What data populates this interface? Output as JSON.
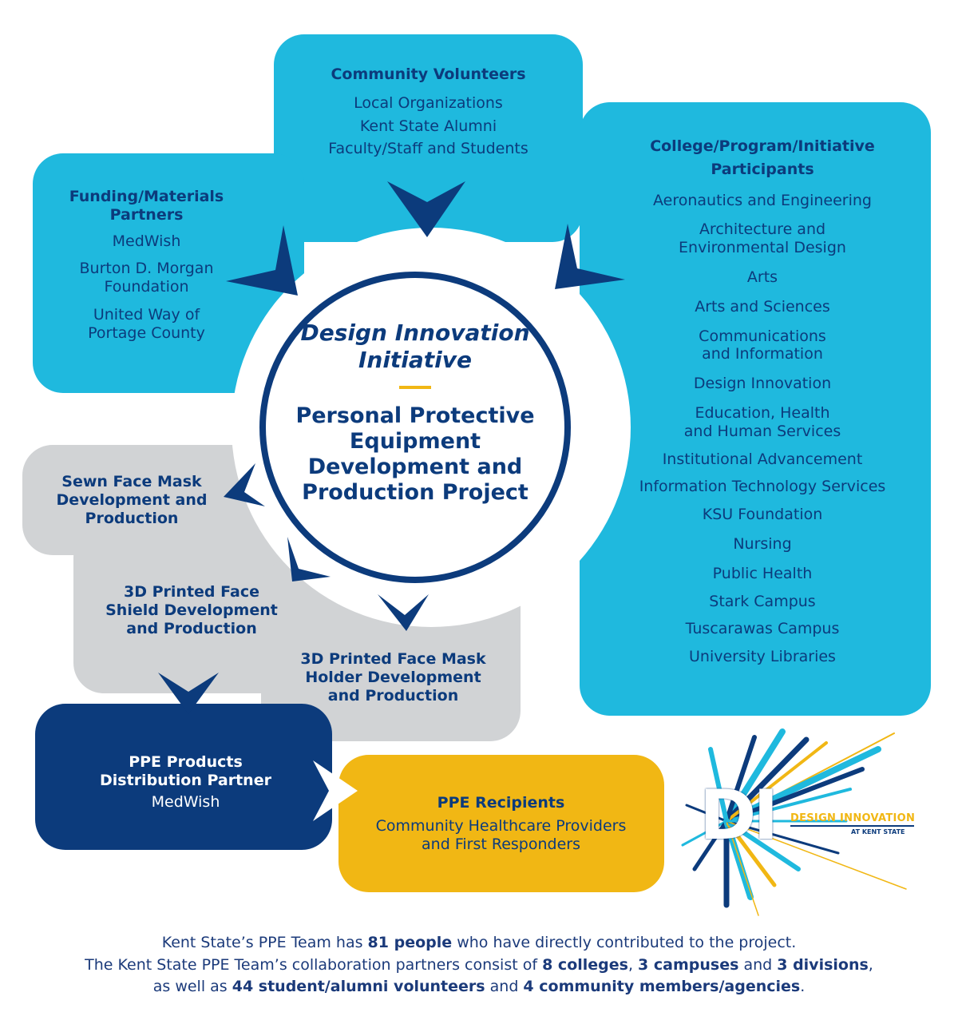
{
  "community_volunteers": {
    "title": "Community Volunteers",
    "items": [
      "Local Organizations",
      "Kent State Alumni",
      "Faculty/Staff and Students"
    ]
  },
  "funding": {
    "title_1": "Funding/Materials",
    "title_2": "Partners",
    "items": [
      "MedWish",
      "Burton D. Morgan",
      "Foundation",
      "United Way of",
      "Portage County"
    ]
  },
  "participants": {
    "title_1": "College/Program/Initiative",
    "title_2": "Participants",
    "items": [
      "Aeronautics and Engineering",
      "Architecture and",
      "Environmental Design",
      "Arts",
      "Arts and Sciences",
      "Communications",
      "and Information",
      "Design Innovation",
      "Education, Health",
      "and Human Services",
      "Institutional Advancement",
      "Information Technology Services",
      "KSU Foundation",
      "Nursing",
      "Public Health",
      "Stark Campus",
      "Tuscarawas Campus",
      "University Libraries"
    ]
  },
  "center": {
    "title_1": "Design Innovation",
    "title_2": "Initiative",
    "sub": [
      "Personal Protective",
      "Equipment",
      "Development and",
      "Production Project"
    ]
  },
  "sewn_mask": [
    "Sewn Face Mask",
    "Development and",
    "Production"
  ],
  "face_shield": [
    "3D Printed Face",
    "Shield Development",
    "and Production"
  ],
  "mask_holder": [
    "3D Printed Face Mask",
    "Holder Development",
    "and Production"
  ],
  "distribution": {
    "title_1": "PPE Products",
    "title_2": "Distribution Partner",
    "item": "MedWish"
  },
  "recipients": {
    "title": "PPE Recipients",
    "items": [
      "Community Healthcare Providers",
      "and First Responders"
    ]
  },
  "logo": {
    "letters": "DI",
    "name": "DESIGN INNOVATION",
    "tagline": "AT KENT STATE"
  },
  "footer": {
    "l1_a": "Kent State’s PPE Team has ",
    "l1_b": "81 people",
    "l1_c": " who have directly contributed to the project.",
    "l2_a": "The Kent State PPE Team’s collaboration partners consist of ",
    "l2_b": "8 colleges",
    "l2_c": ", ",
    "l2_d": "3 campuses",
    "l2_e": " and ",
    "l2_f": "3 divisions",
    "l2_g": ",",
    "l3_a": "as well as ",
    "l3_b": "44 student/alumni volunteers",
    "l3_c": " and ",
    "l3_d": "4 community members/agencies",
    "l3_e": "."
  },
  "colors": {
    "light_blue": "#1fb9de",
    "navy": "#0c3b7c",
    "gray": "#d1d3d5",
    "gold": "#f1b714"
  }
}
